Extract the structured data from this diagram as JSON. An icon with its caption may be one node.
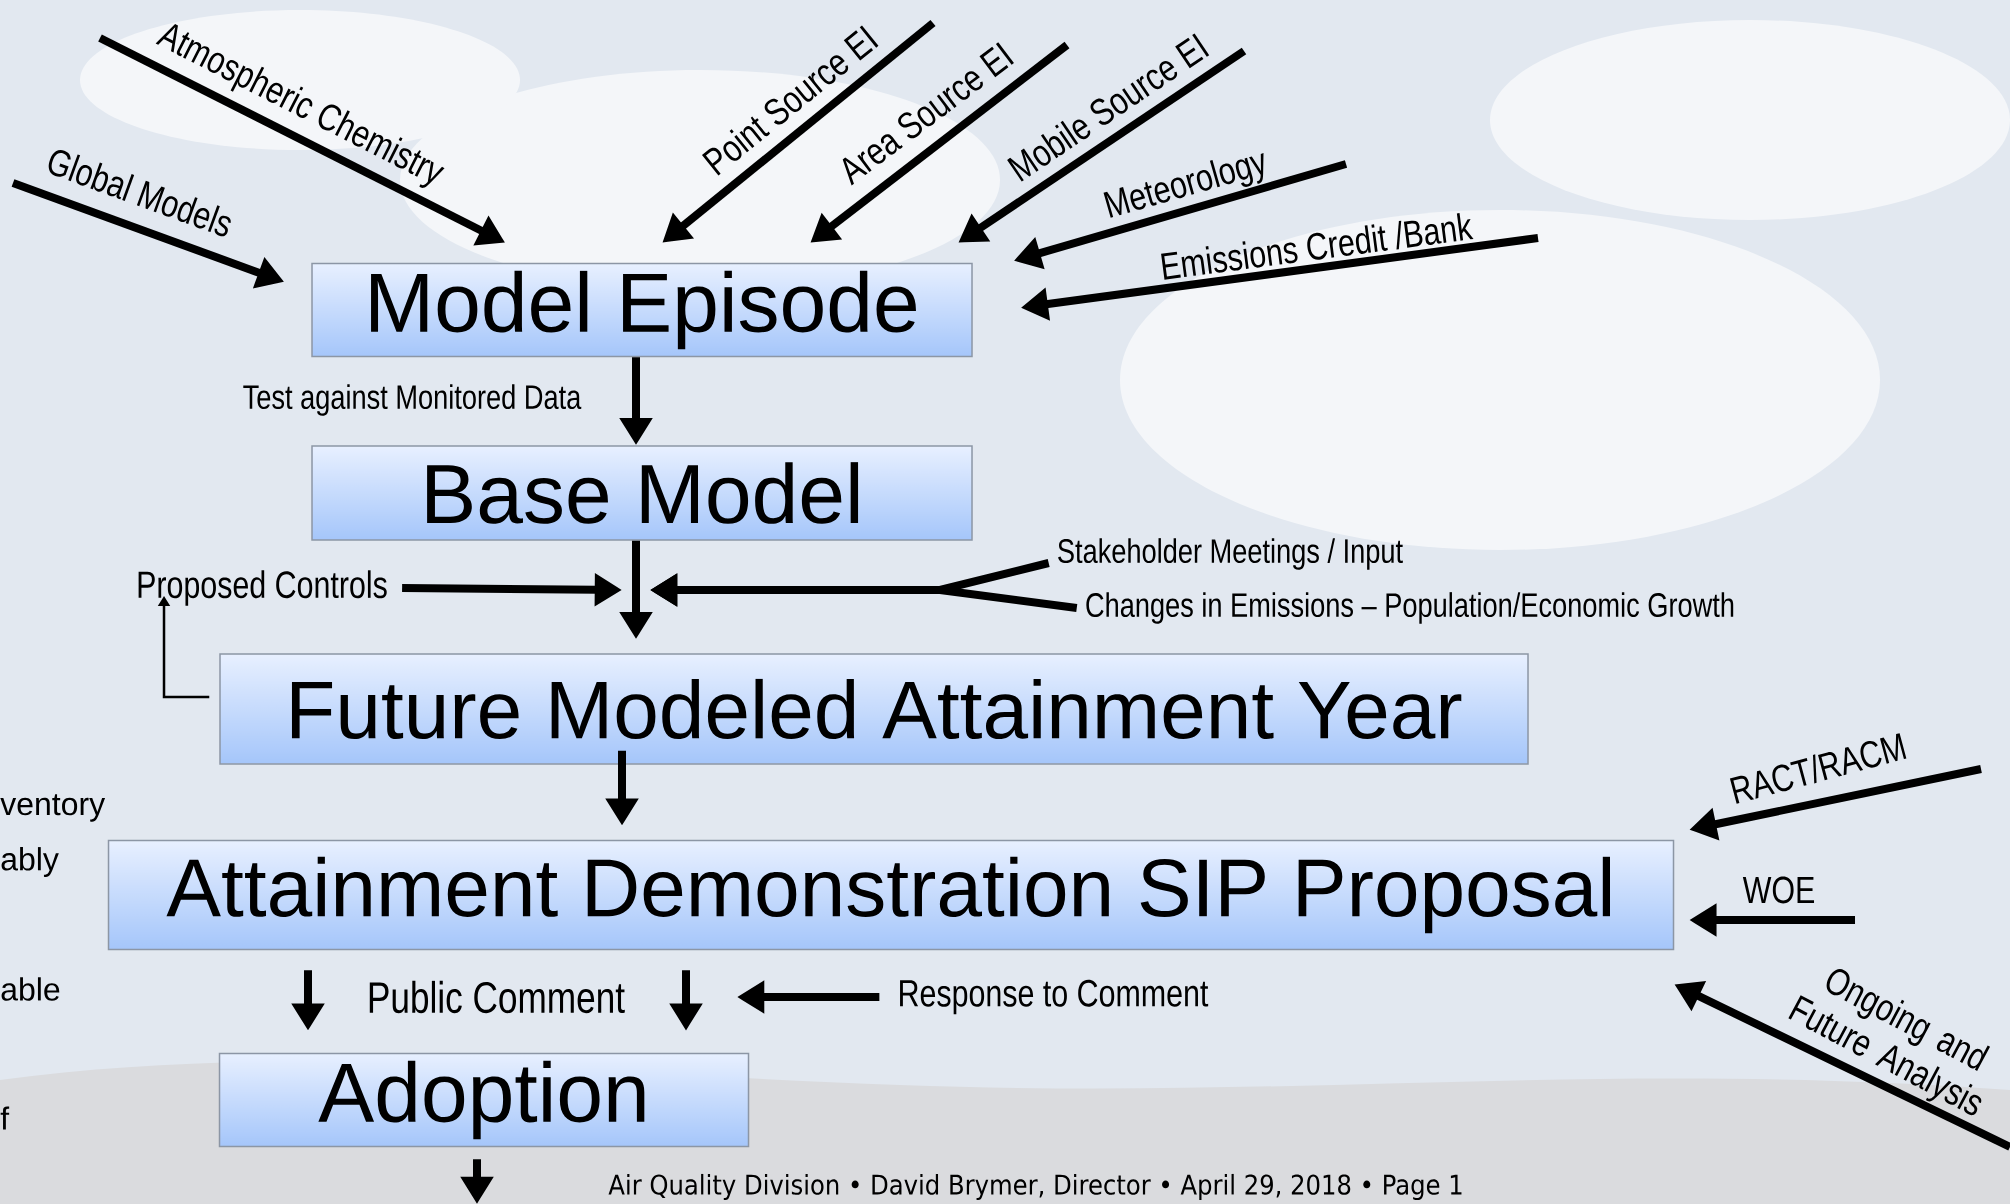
{
  "diagram": {
    "nodes": [
      {
        "text": [
          "Model Episode"
        ]
      },
      {
        "text": [
          "Base Model"
        ]
      },
      {
        "text": [
          "Future Modeled Attainment Year"
        ]
      },
      {
        "text": [
          "Attainment Demonstration SIP Proposal"
        ]
      },
      {
        "text": [
          "Adoption"
        ]
      },
      {
        "text": [
          "Proposed Controls"
        ]
      },
      {
        "text": [
          "Stakeholder Meetings / Input"
        ]
      },
      {
        "text": [
          "Changes in Emissions – Population/Economic Growth"
        ]
      },
      {
        "text": [
          "Response to Comment"
        ]
      }
    ],
    "edges": [
      {
        "from": null,
        "to": 0,
        "arrow": "to",
        "label": "Global Models"
      },
      {
        "from": null,
        "to": 0,
        "arrow": "to",
        "label": "Atmospheric Chemistry"
      },
      {
        "from": null,
        "to": 0,
        "arrow": "to",
        "label": "Point Source EI"
      },
      {
        "from": null,
        "to": 0,
        "arrow": "to",
        "label": "Area Source EI"
      },
      {
        "from": null,
        "to": 0,
        "arrow": "to",
        "label": "Mobile Source EI"
      },
      {
        "from": null,
        "to": 0,
        "arrow": "to",
        "label": "Meteorology"
      },
      {
        "from": null,
        "to": 0,
        "arrow": "to",
        "label": "Emissions Credit /Bank"
      },
      {
        "from": 0,
        "to": 1,
        "arrow": "to",
        "label": "Test against Monitored Data"
      },
      {
        "from": 1,
        "to": 2,
        "arrow": "to"
      },
      {
        "from": 5,
        "to": null,
        "arrow": "to"
      },
      {
        "from": 6,
        "to": null,
        "arrow": "to"
      },
      {
        "from": 7,
        "to": null,
        "arrow": "to"
      },
      {
        "from": 2,
        "to": 5,
        "arrow": "to"
      },
      {
        "from": 2,
        "to": 3,
        "arrow": "to"
      },
      {
        "from": null,
        "to": 3,
        "arrow": "to",
        "label": "RACT/RACM"
      },
      {
        "from": null,
        "to": 3,
        "arrow": "to",
        "label": "WOE"
      },
      {
        "from": null,
        "to": 3,
        "arrow": "to",
        "label": "Ongoing and Future Analysis"
      },
      {
        "from": 3,
        "to": 4,
        "arrow": "to"
      },
      {
        "from": 3,
        "to": 4,
        "arrow": "to"
      },
      {
        "from": 8,
        "to": null,
        "arrow": "to"
      },
      {
        "from": 4,
        "to": null,
        "arrow": "to"
      }
    ],
    "labels": [
      "ventory",
      "ably",
      "able",
      "Public Comment",
      "f"
    ],
    "caption": "Air Quality Division • David Brymer, Director • April 29, 2018 • Page 1"
  }
}
